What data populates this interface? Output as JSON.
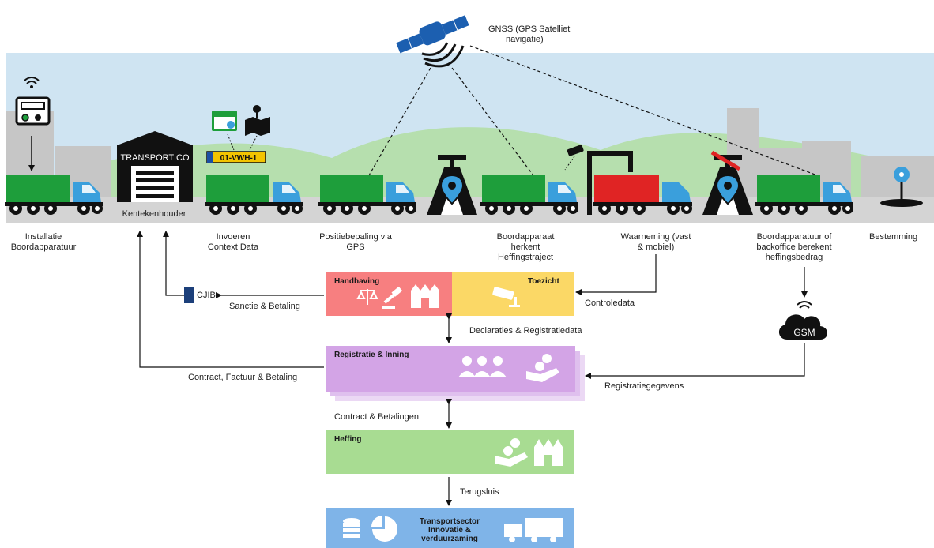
{
  "satellite": {
    "label_line1": "GNSS (GPS Satelliet",
    "label_line2": "navigatie)"
  },
  "truck_plate": "01-VWH-1",
  "building_sign": "TRANSPORT CO",
  "cjib_label": "CJIB",
  "gsm_label": "GSM",
  "stages": [
    {
      "line1": "Installatie",
      "line2": "Boordapparatuur",
      "line3": ""
    },
    {
      "line1": "Kentekenhouder",
      "line2": "",
      "line3": ""
    },
    {
      "line1": "Invoeren",
      "line2": "Context Data",
      "line3": ""
    },
    {
      "line1": "Positiebepaling via",
      "line2": "GPS",
      "line3": ""
    },
    {
      "line1": "Boordapparaat",
      "line2": "herkent",
      "line3": "Heffingstraject"
    },
    {
      "line1": "Waarneming (vast",
      "line2": "& mobiel)",
      "line3": ""
    },
    {
      "line1": "Boordapparatuur of",
      "line2": "backoffice berekent",
      "line3": "heffingsbedrag"
    },
    {
      "line1": "Bestemming",
      "line2": "",
      "line3": ""
    }
  ],
  "boxes": {
    "handhaving": "Handhaving",
    "toezicht": "Toezicht",
    "registratie": "Registratie & Inning",
    "heffing": "Heffing",
    "transport_line1": "Transportsector",
    "transport_line2": "Innovatie &",
    "transport_line3": "verduurzaming"
  },
  "edges": {
    "sanctie": "Sanctie & Betaling",
    "controledata": "Controledata",
    "declaraties": "Declaraties & Registratiedata",
    "contract_factuur": "Contract, Factuur & Betaling",
    "registratiegegevens": "Registratiegegevens",
    "contract_betalingen": "Contract & Betalingen",
    "terugsluis": "Terugsluis"
  },
  "colors": {
    "sky": "#cfe4f2",
    "hills": "#b6dfae",
    "buildings": "#c6c6c6",
    "road": "#d4d4d4",
    "truck_green": "#1e9e3b",
    "truck_red": "#e02424",
    "truck_blue": "#3a9fdc",
    "handhaving": "#f77f80",
    "toezicht": "#fbd866",
    "registratie": "#d3a4e6",
    "heffing": "#a8dc92",
    "transport": "#7fb4e8"
  }
}
